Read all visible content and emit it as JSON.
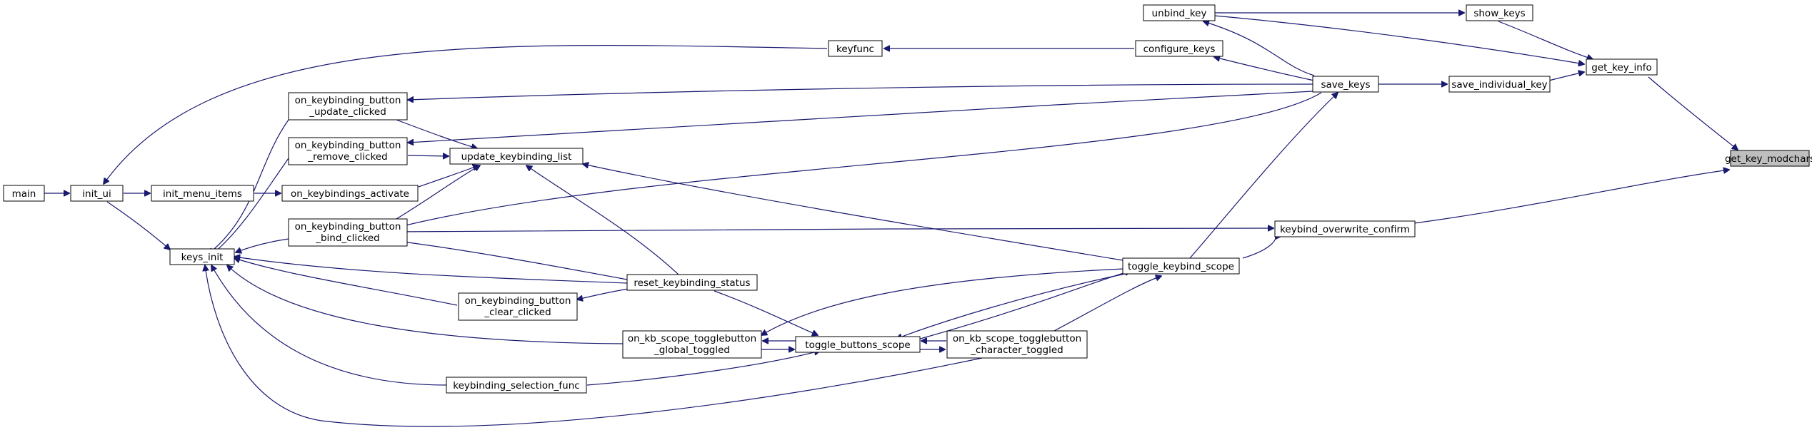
{
  "colors": {
    "edge": "#191970",
    "highlight_fill": "#bfbfbf",
    "node_border": "#000000"
  },
  "nodes": {
    "get_key_modchars": {
      "lines": [
        "get_key_modchars"
      ]
    },
    "get_key_info": {
      "lines": [
        "get_key_info"
      ]
    },
    "keybind_overwrite_confirm": {
      "lines": [
        "keybind_overwrite_confirm"
      ]
    },
    "show_keys": {
      "lines": [
        "show_keys"
      ]
    },
    "save_individual_key": {
      "lines": [
        "save_individual_key"
      ]
    },
    "unbind_key": {
      "lines": [
        "unbind_key"
      ]
    },
    "save_keys": {
      "lines": [
        "save_keys"
      ]
    },
    "configure_keys": {
      "lines": [
        "configure_keys"
      ]
    },
    "keyfunc": {
      "lines": [
        "keyfunc"
      ]
    },
    "toggle_keybind_scope": {
      "lines": [
        "toggle_keybind_scope"
      ]
    },
    "on_kb_scope_togglebutton_character_toggled": {
      "lines": [
        "on_kb_scope_togglebutton",
        "_character_toggled"
      ]
    },
    "toggle_buttons_scope": {
      "lines": [
        "toggle_buttons_scope"
      ]
    },
    "on_kb_scope_togglebutton_global_toggled": {
      "lines": [
        "on_kb_scope_togglebutton",
        "_global_toggled"
      ]
    },
    "keybinding_selection_func": {
      "lines": [
        "keybinding_selection_func"
      ]
    },
    "reset_keybinding_status": {
      "lines": [
        "reset_keybinding_status"
      ]
    },
    "update_keybinding_list": {
      "lines": [
        "update_keybinding_list"
      ]
    },
    "on_keybinding_button_clear_clicked": {
      "lines": [
        "on_keybinding_button",
        "_clear_clicked"
      ]
    },
    "on_keybinding_button_update_clicked": {
      "lines": [
        "on_keybinding_button",
        "_update_clicked"
      ]
    },
    "on_keybinding_button_remove_clicked": {
      "lines": [
        "on_keybinding_button",
        "_remove_clicked"
      ]
    },
    "on_keybindings_activate": {
      "lines": [
        "on_keybindings_activate"
      ]
    },
    "on_keybinding_button_bind_clicked": {
      "lines": [
        "on_keybinding_button",
        "_bind_clicked"
      ]
    },
    "keys_init": {
      "lines": [
        "keys_init"
      ]
    },
    "init_menu_items": {
      "lines": [
        "init_menu_items"
      ]
    },
    "init_ui": {
      "lines": [
        "init_ui"
      ]
    },
    "main": {
      "lines": [
        "main"
      ]
    }
  }
}
